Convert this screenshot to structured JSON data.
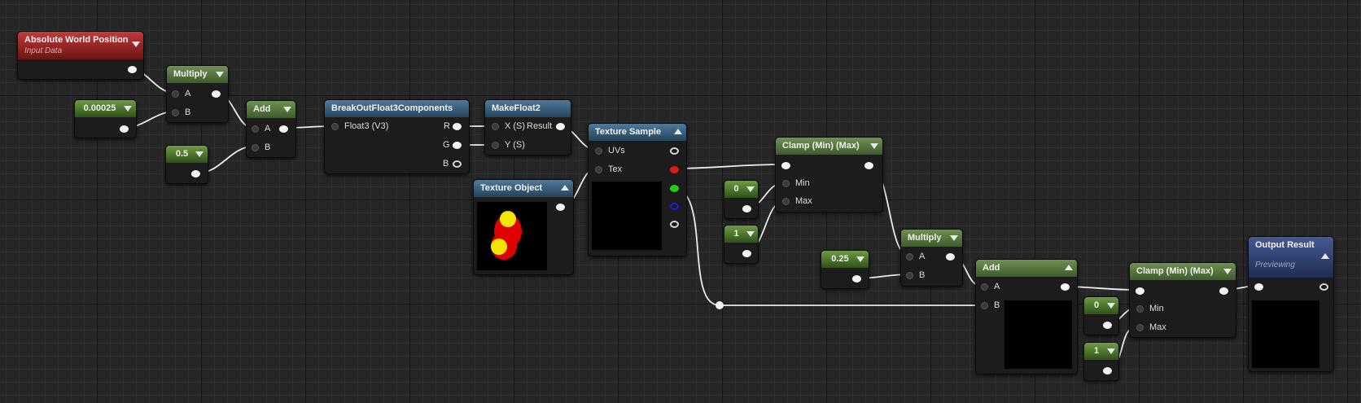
{
  "nodes": {
    "absolute_world_position": {
      "title": "Absolute World Position",
      "subtitle": "Input Data"
    },
    "const_00025": {
      "value": "0.00025"
    },
    "multiply_1": {
      "title": "Multiply",
      "pin_a": "A",
      "pin_b": "B"
    },
    "const_05": {
      "value": "0.5"
    },
    "add_1": {
      "title": "Add",
      "pin_a": "A",
      "pin_b": "B"
    },
    "breakout": {
      "title": "BreakOutFloat3Components",
      "input": "Float3 (V3)",
      "out_r": "R",
      "out_g": "G",
      "out_b": "B"
    },
    "makefloat2": {
      "title": "MakeFloat2",
      "in_x": "X (S)",
      "in_y": "Y (S)",
      "result": "Result"
    },
    "texture_object": {
      "title": "Texture Object"
    },
    "texture_sample": {
      "title": "Texture Sample",
      "uvs": "UVs",
      "tex": "Tex"
    },
    "clamp_1": {
      "title": "Clamp (Min) (Max)",
      "min": "Min",
      "max": "Max"
    },
    "const_0_a": {
      "value": "0"
    },
    "const_1_a": {
      "value": "1"
    },
    "multiply_2": {
      "title": "Multiply",
      "pin_a": "A",
      "pin_b": "B"
    },
    "const_025": {
      "value": "0.25"
    },
    "add_2": {
      "title": "Add",
      "pin_a": "A",
      "pin_b": "B"
    },
    "clamp_2": {
      "title": "Clamp (Min) (Max)",
      "min": "Min",
      "max": "Max"
    },
    "const_0_b": {
      "value": "0"
    },
    "const_1_b": {
      "value": "1"
    },
    "output_result": {
      "title": "Output Result",
      "subtitle": "Previewing"
    }
  },
  "colors": {
    "header_math": "#5a7a42",
    "header_texture": "#3b6485",
    "header_input": "#9b2424",
    "header_output": "#34457a",
    "header_constant": "#52802f",
    "pin_red": "#e01818",
    "pin_green": "#19d119",
    "pin_blue": "#2020d8",
    "texture_red": "#e00000",
    "texture_yellow": "#f2e600"
  },
  "icons": [
    "collapse-arrow-icon",
    "expand-arrow-icon"
  ]
}
